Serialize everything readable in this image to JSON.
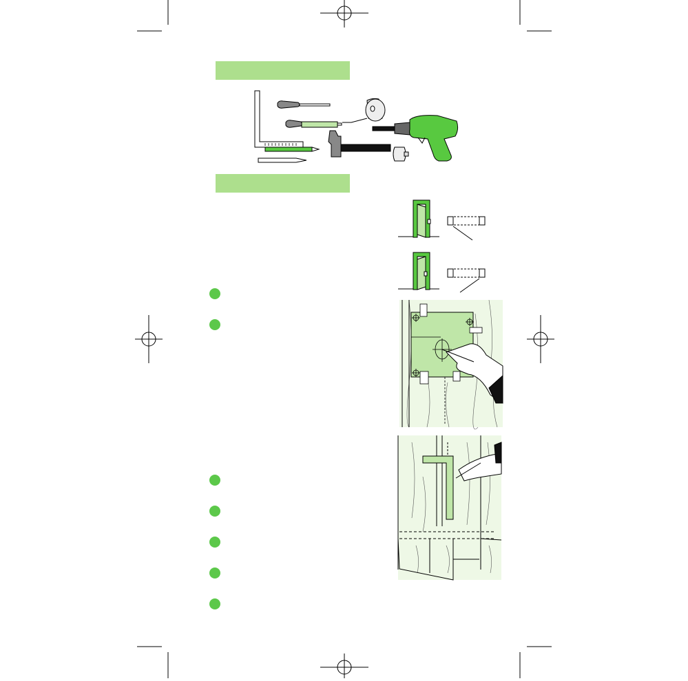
{
  "colors": {
    "section_band": "#addf8d",
    "step_bullet": "#5cc84a",
    "accent_green": "#58c940",
    "light_green": "#bfe6a8",
    "wood_bg": "#eef8e6",
    "line": "#1a1a1a"
  },
  "sections": [
    {
      "name": "tools-section-band"
    },
    {
      "name": "instructions-section-band"
    }
  ],
  "step_bullets": 7,
  "illustrations": [
    "tools-illustration",
    "door-hinge-right-illustration",
    "door-hinge-left-illustration",
    "template-marking-illustration",
    "square-marking-illustration"
  ],
  "icons": [
    "registration-mark-icon",
    "crop-mark-icon"
  ]
}
